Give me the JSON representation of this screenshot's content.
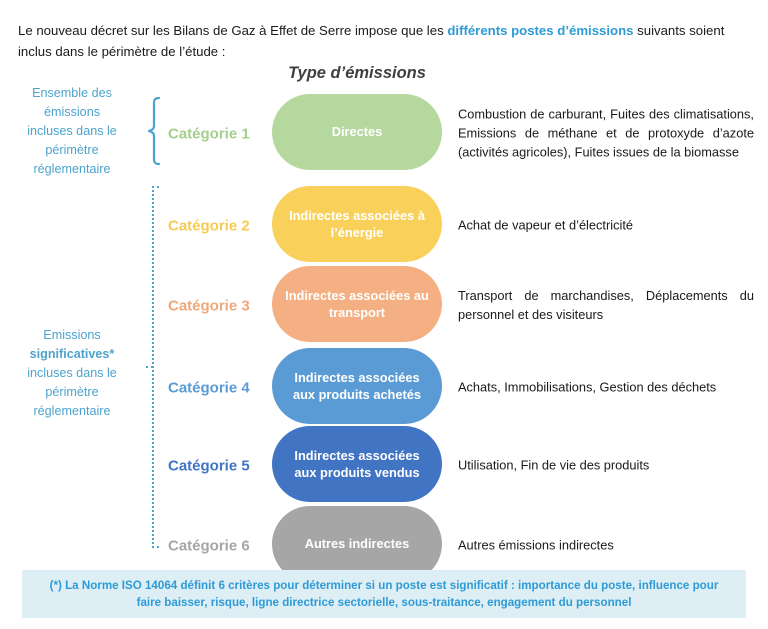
{
  "intro": {
    "before": "Le nouveau décret sur les Bilans de Gaz à Effet de Serre impose que les ",
    "highlight": "différents postes d’émissions",
    "after": " suivants soient inclus dans le périmètre de l’étude :"
  },
  "column_header": "Type d’émissions",
  "groups": [
    {
      "id": "reglementaire",
      "line1": "Ensemble des",
      "line2": "émissions",
      "line3": "incluses dans le",
      "line4": "périmètre",
      "line5": "réglementaire",
      "bracket": "solid-brace",
      "color": "#4da3cd"
    },
    {
      "id": "significatives",
      "line1": "Emissions",
      "line2": "significatives*",
      "line3": "incluses dans le",
      "line4": "périmètre",
      "line5": "réglementaire",
      "bracket": "dotted-bracket",
      "color": "#4da3cd"
    }
  ],
  "rows": [
    {
      "category": "Catégorie 1",
      "category_color": "#a4cf8c",
      "pill_label": "Directes",
      "pill_color": "#b5d89e",
      "description": "Combustion de carburant, Fuites des climatisations, Emissions de méthane et de protoxyde d’azote (activités agricoles), Fuites issues de la biomasse"
    },
    {
      "category": "Catégorie 2",
      "category_color": "#f6cb52",
      "pill_label": "Indirectes associées à l’énergie",
      "pill_color": "#f9d15a",
      "description": "Achat de vapeur et d’électricité"
    },
    {
      "category": "Catégorie 3",
      "category_color": "#f0a87a",
      "pill_label": "Indirectes associées au transport",
      "pill_color": "#f4af82",
      "description": "Transport de marchandises, Déplacements du personnel et des visiteurs"
    },
    {
      "category": "Catégorie 4",
      "category_color": "#5b9bd5",
      "pill_label": "Indirectes associées aux produits achetés",
      "pill_color": "#5b9bd5",
      "description": "Achats, Immobilisations, Gestion des déchets"
    },
    {
      "category": "Catégorie 5",
      "category_color": "#4274c4",
      "pill_label": "Indirectes associées aux produits vendus",
      "pill_color": "#4274c4",
      "description": "Utilisation, Fin de vie des produits"
    },
    {
      "category": "Catégorie 6",
      "category_color": "#a6a6a6",
      "pill_label": "Autres indirectes",
      "pill_color": "#a6a6a6",
      "description": "Autres émissions indirectes"
    }
  ],
  "footnote": {
    "text": "(*) La Norme ISO 14064 définit 6 critères pour déterminer si un poste est significatif : importance du poste, influence pour faire baisser, risque, ligne directrice sectorielle, sous-traitance, engagement du personnel",
    "background": "#ddeef5",
    "color": "#2e9bd6"
  }
}
